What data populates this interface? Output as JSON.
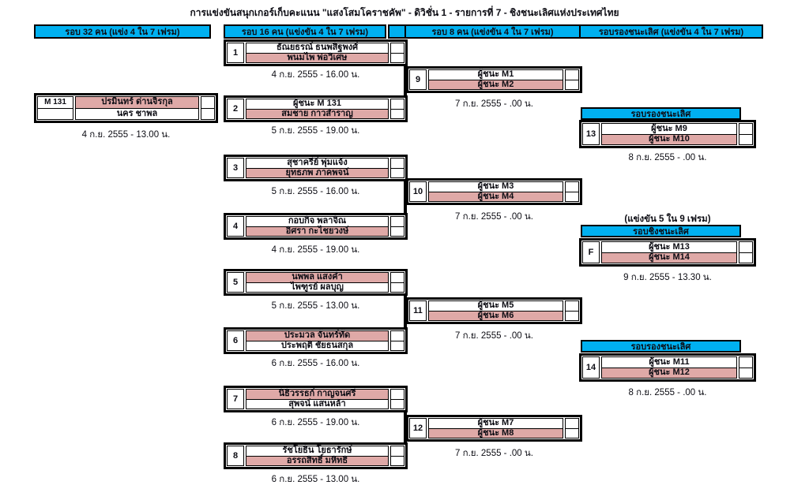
{
  "colors": {
    "cyan": "#00b0f0",
    "pink": "#dfa9a7",
    "text": "#0d0d14",
    "line": "#000000"
  },
  "title": "การแข่งขันสนุกเกอร์เก็บคะแนน \"แสงโสมโคราชคัพ\" - ดิวิชั่น 1 - รายการที่ 7 - ชิงชนะเลิศแห่งประเทศไทย",
  "headers": {
    "r32": "รอบ 32 คน (แข่ง 4 ใน 7 เฟรม)",
    "r16": "รอบ 16 คน  (แข่งขัน 4 ใน 7 เฟรม)",
    "r8": "รอบ 8 คน  (แข่งขัน 4 ใน 7 เฟรม)",
    "sf": "รอบรองชนะเลิศ  (แข่งขัน 4 ใน 7 เฟรม)"
  },
  "labels": {
    "semifinal": "รอบรองชนะเลิศ",
    "final": "รอบชิงชนะเลิศ",
    "final_note": "(แข่งขัน 5 ใน 9 เฟรม)"
  },
  "matches": {
    "m131": {
      "no": "M 131",
      "p1": "ปรมินทร์ ด่านจิรกุล",
      "p2": "นคร ชาพล",
      "date": "4 ก.ย. 2555 - 13.00 น."
    },
    "m1": {
      "no": "1",
      "p1": "ธัณยธรณ์ ธนพสิฐพงศ์",
      "p2": "พนมไพ พ่อวิเศษ",
      "date": "4 ก.ย. 2555 - 16.00 น."
    },
    "m2": {
      "no": "2",
      "p1": "ผู้ชนะ M 131",
      "p2": "สมชาย กาวสำราญ",
      "date": "5 ก.ย. 2555 - 19.00 น."
    },
    "m3": {
      "no": "3",
      "p1": "สุชาครีย์ พุ่มแจ้ง",
      "p2": "ยุทธภพ ภาคพจน์",
      "date": "5 ก.ย. 2555 - 16.00 น."
    },
    "m4": {
      "no": "4",
      "p1": "กอบกิจ พลาจิณ",
      "p2": "อิศรา กะไชยวงษ์",
      "date": "4 ก.ย. 2555 - 19.00 น."
    },
    "m5": {
      "no": "5",
      "p1": "นพพล แสงคำ",
      "p2": "ไพฑูรย์ ผลบุญ",
      "date": "5 ก.ย. 2555 - 13.00 น."
    },
    "m6": {
      "no": "6",
      "p1": "ประมวล จันทร์ทัด",
      "p2": "ประพฤติ ชัยธนสกุล",
      "date": "6 ก.ย. 2555 - 16.00 น."
    },
    "m7": {
      "no": "7",
      "p1": "นิธิวรรธก์ กาญจนศรี",
      "p2": "สุพจน์ แสนหล้า",
      "date": "6 ก.ย. 2555 - 19.00 น."
    },
    "m8": {
      "no": "8",
      "p1": "รัชโยธิน โยธารักษ์",
      "p2": "อรรถสิทธิ์ มหิทธิ",
      "date": "6 ก.ย. 2555 - 13.00 น."
    },
    "m9": {
      "no": "9",
      "p1": "ผู้ชนะ M1",
      "p2": "ผู้ชนะ M2",
      "date": "7 ก.ย. 2555 -  .00 น."
    },
    "m10": {
      "no": "10",
      "p1": "ผู้ชนะ M3",
      "p2": "ผู้ชนะ M4",
      "date": "7 ก.ย. 2555 -  .00 น."
    },
    "m11": {
      "no": "11",
      "p1": "ผู้ชนะ M5",
      "p2": "ผู้ชนะ M6",
      "date": "7 ก.ย. 2555 -  .00 น."
    },
    "m12": {
      "no": "12",
      "p1": "ผู้ชนะ M7",
      "p2": "ผู้ชนะ M8",
      "date": "7 ก.ย. 2555 -  .00 น."
    },
    "m13": {
      "no": "13",
      "p1": "ผู้ชนะ M9",
      "p2": "ผู้ชนะ M10",
      "date": "8 ก.ย. 2555 -  .00 น."
    },
    "m14": {
      "no": "14",
      "p1": "ผู้ชนะ M11",
      "p2": "ผู้ชนะ M12",
      "date": "8 ก.ย. 2555 -  .00 น."
    },
    "mf": {
      "no": "F",
      "p1": "ผู้ชนะ M13",
      "p2": "ผู้ชนะ M14",
      "date": "9 ก.ย. 2555 - 13.30 น."
    }
  }
}
